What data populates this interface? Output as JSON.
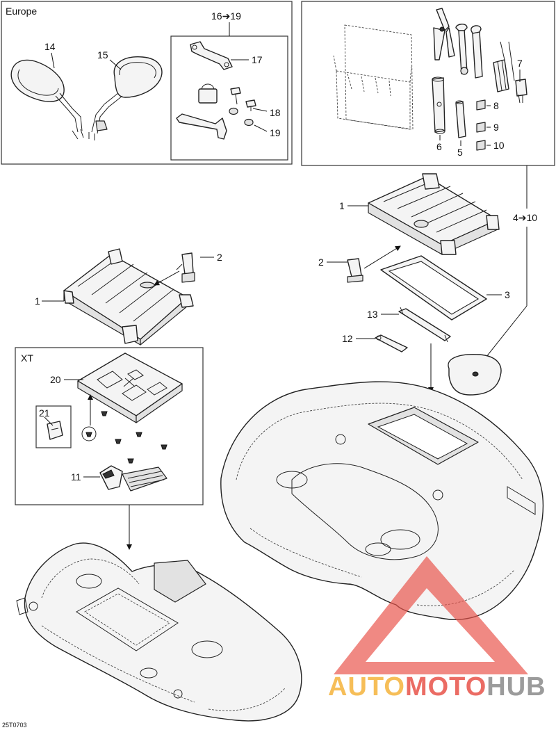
{
  "boxes": {
    "europe_title": "Europe",
    "xt_title": "XT"
  },
  "callouts": {
    "c1a": "1",
    "c2a": "2",
    "c1b": "1",
    "c2b": "2",
    "c3": "3",
    "c4_10": "4➔10",
    "c5": "5",
    "c6": "6",
    "c7": "7",
    "c8": "8",
    "c9": "9",
    "c10": "10",
    "c11": "11",
    "c12": "12",
    "c13": "13",
    "c14": "14",
    "c15": "15",
    "c16_19": "16➔19",
    "c17": "17",
    "c18": "18",
    "c19": "19",
    "c20": "20",
    "c21": "21"
  },
  "figure_code": "25T0703",
  "watermark": {
    "part_a": "AUTO",
    "part_b": "MOTO",
    "part_c": "HUB",
    "color_a": "#f5b33c",
    "color_b": "#e8534a",
    "color_c": "#8a8a8a"
  }
}
